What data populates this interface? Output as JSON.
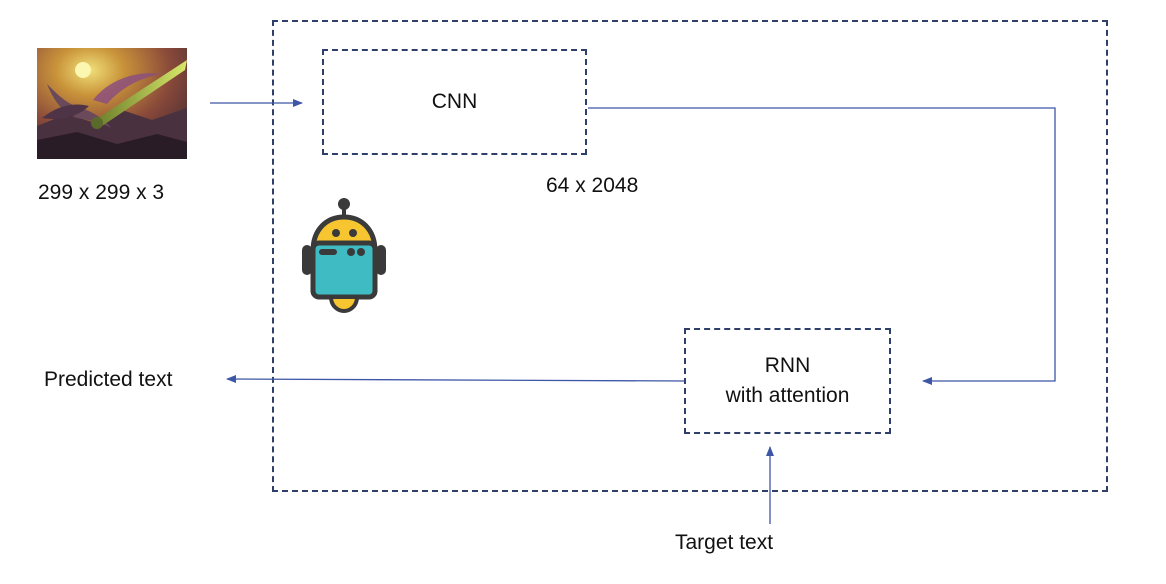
{
  "diagram": {
    "input_shape": "299 x 299 x 3",
    "feature_shape": "64 x 2048",
    "cnn_label": "CNN",
    "rnn_label_line1": "RNN",
    "rnn_label_line2": "with attention",
    "predicted_label": "Predicted text",
    "target_label": "Target text"
  },
  "icons": {
    "input_image": "fantasy-dragon-sword-picture",
    "robot": "robot-icon"
  },
  "colors": {
    "frame": "#2f3f6b",
    "arrow": "#3d56a6",
    "robot_head": "#f7c530",
    "robot_body": "#3fbcc3",
    "robot_outline": "#3a3a3a"
  }
}
